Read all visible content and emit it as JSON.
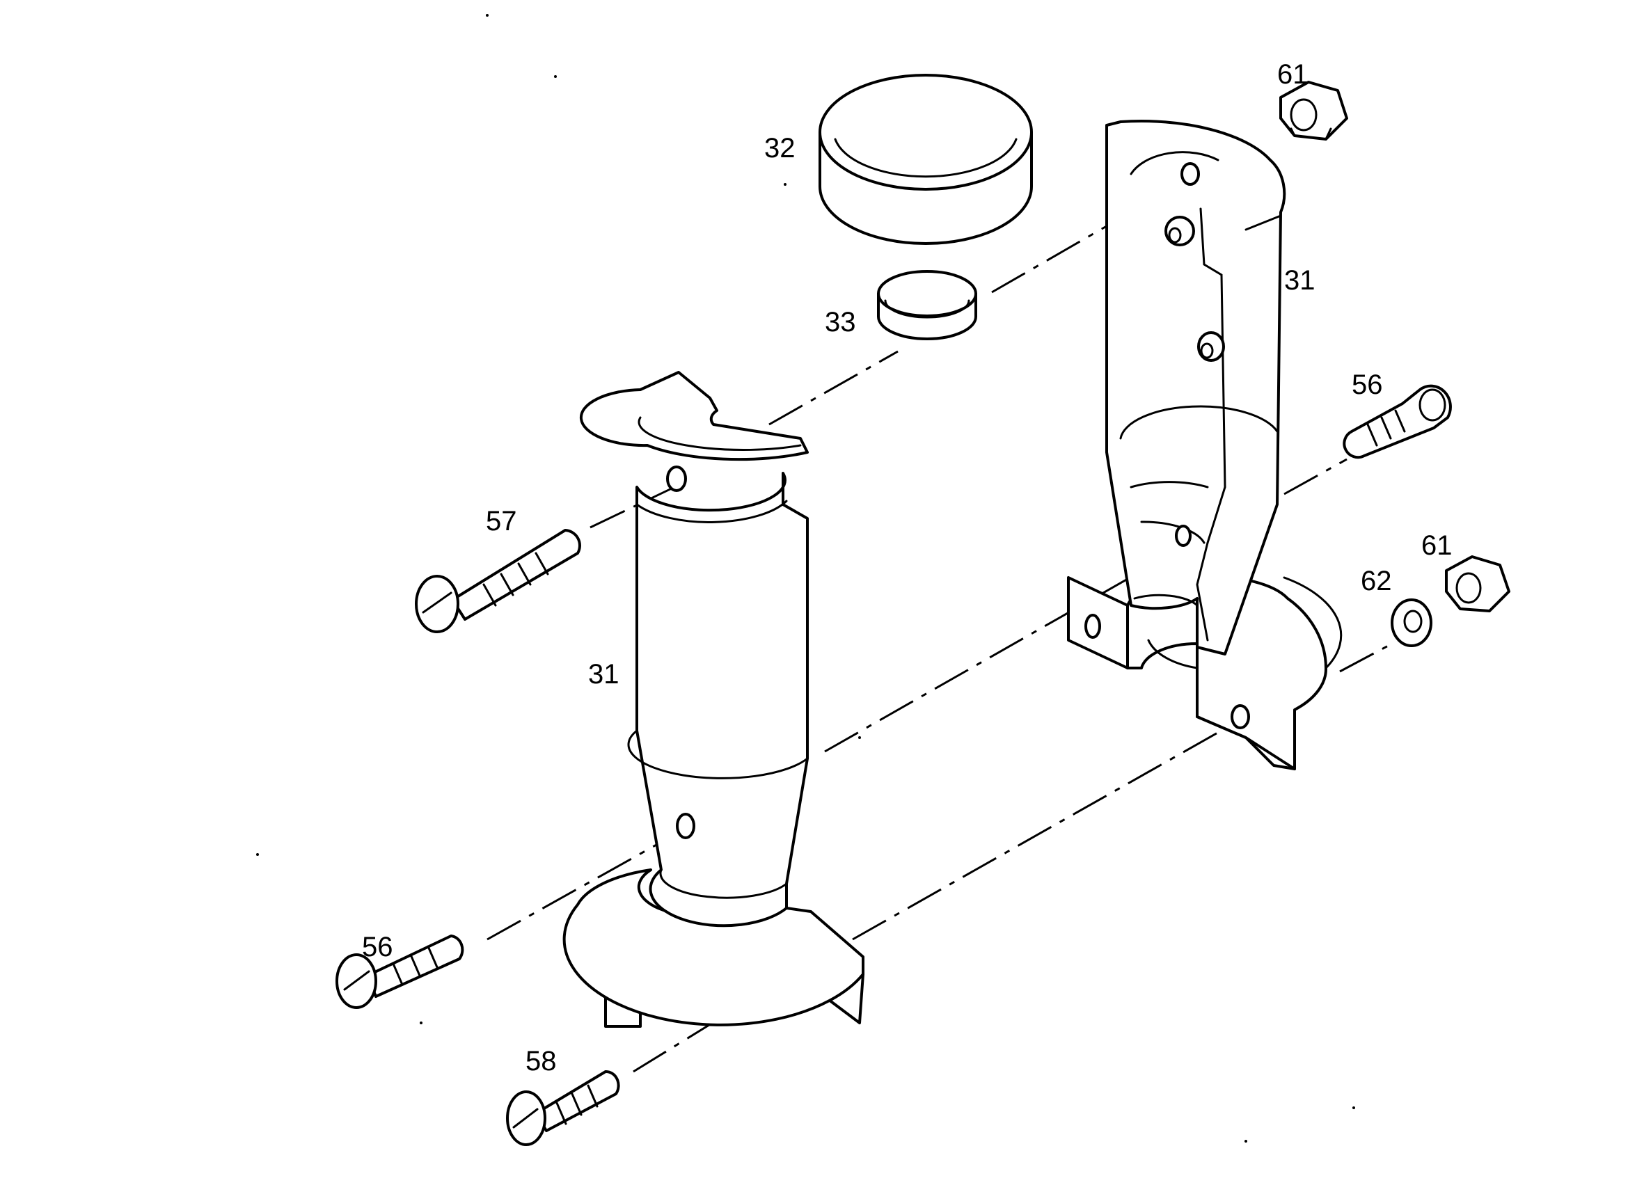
{
  "diagram": {
    "callouts": {
      "left_grip": "31",
      "right_grip": "31",
      "top_cap": "32",
      "small_cap": "33",
      "screw_56_lower": "56",
      "screw_56_upper": "56",
      "screw_57": "57",
      "screw_58": "58",
      "nut_61_top": "61",
      "nut_61_lower": "61",
      "washer_62": "62"
    }
  }
}
